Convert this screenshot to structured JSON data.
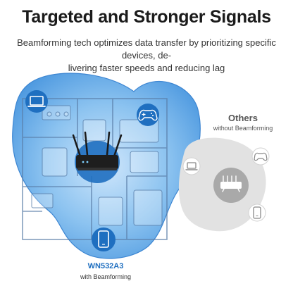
{
  "header": {
    "title": "Targeted and Stronger Signals",
    "subtitle_line1": "Beamforming tech optimizes data transfer by prioritizing specific devices, de-",
    "subtitle_line2": "livering faster speeds and reducing lag"
  },
  "left_panel": {
    "model_name": "WN532A3",
    "caption": "with Beamforming",
    "device_icons": [
      "laptop-icon",
      "gamepad-icon",
      "smartphone-icon"
    ],
    "accent_color": "#1f6fc0",
    "zone_color": "#6aaee8"
  },
  "right_panel": {
    "title": "Others",
    "caption": "without Beamforming",
    "device_icons": [
      "laptop-icon",
      "gamepad-icon",
      "smartphone-icon",
      "router-icon"
    ],
    "zone_color": "#e0e0e0"
  }
}
